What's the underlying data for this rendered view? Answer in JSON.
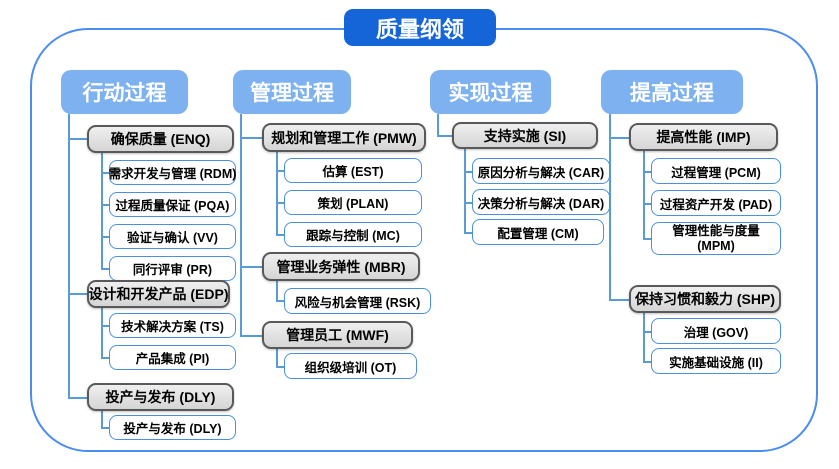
{
  "title": "质量纲领",
  "columns": [
    {
      "title": "行动过程",
      "groups": [
        {
          "label": "确保质量 (ENQ)",
          "children": [
            "需求开发与管理 (RDM)",
            "过程质量保证 (PQA)",
            "验证与确认 (VV)",
            "同行评审 (PR)"
          ]
        },
        {
          "label": "设计和开发产品 (EDP)",
          "children": [
            "技术解决方案 (TS)",
            "产品集成 (PI)"
          ]
        },
        {
          "label": "投产与发布 (DLY)",
          "children": [
            "投产与发布 (DLY)"
          ]
        }
      ]
    },
    {
      "title": "管理过程",
      "groups": [
        {
          "label": "规划和管理工作 (PMW)",
          "children": [
            "估算 (EST)",
            "策划 (PLAN)",
            "跟踪与控制 (MC)"
          ]
        },
        {
          "label": "管理业务弹性 (MBR)",
          "children": [
            "风险与机会管理 (RSK)"
          ]
        },
        {
          "label": "管理员工 (MWF)",
          "children": [
            "组织级培训 (OT)"
          ]
        }
      ]
    },
    {
      "title": "实现过程",
      "groups": [
        {
          "label": "支持实施 (SI)",
          "children": [
            "原因分析与解决 (CAR)",
            "决策分析与解决 (DAR)",
            "配置管理 (CM)"
          ]
        }
      ]
    },
    {
      "title": "提高过程",
      "groups": [
        {
          "label": "提高性能 (IMP)",
          "children": [
            "过程管理 (PCM)",
            "过程资产开发 (PAD)",
            "管理性能与度量 (MPM)"
          ]
        },
        {
          "label": "保持习惯和毅力 (SHP)",
          "children": [
            "治理 (GOV)",
            "实施基础设施 (II)"
          ]
        }
      ]
    }
  ],
  "colors": {
    "title_bg": "#1565d8",
    "header_bg": "#7eb1f0",
    "gray_node_fill": "#d9d9d9",
    "gray_node_border": "#595959",
    "child_node_border": "#4a90e2",
    "connector": "#5b9bd5",
    "container_border": "#4a8cf0"
  }
}
